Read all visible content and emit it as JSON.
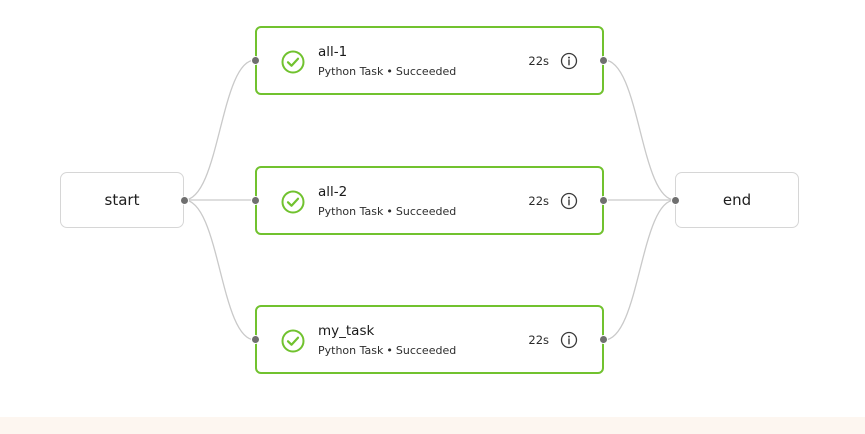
{
  "graph": {
    "start_node": {
      "label": "start"
    },
    "end_node": {
      "label": "end"
    },
    "tasks": [
      {
        "name": "all-1",
        "type": "Python Task",
        "separator": "•",
        "status": "Succeeded",
        "duration": "22s",
        "status_icon": "check-circle-icon",
        "info_icon": "info-icon"
      },
      {
        "name": "all-2",
        "type": "Python Task",
        "separator": "•",
        "status": "Succeeded",
        "duration": "22s",
        "status_icon": "check-circle-icon",
        "info_icon": "info-icon"
      },
      {
        "name": "my_task",
        "type": "Python Task",
        "separator": "•",
        "status": "Succeeded",
        "duration": "22s",
        "status_icon": "check-circle-icon",
        "info_icon": "info-icon"
      }
    ]
  },
  "colors": {
    "success": "#71c22f",
    "edge": "#c9c9c9",
    "handle": "#6f6f6f",
    "node_border": "#d6d6d6"
  }
}
